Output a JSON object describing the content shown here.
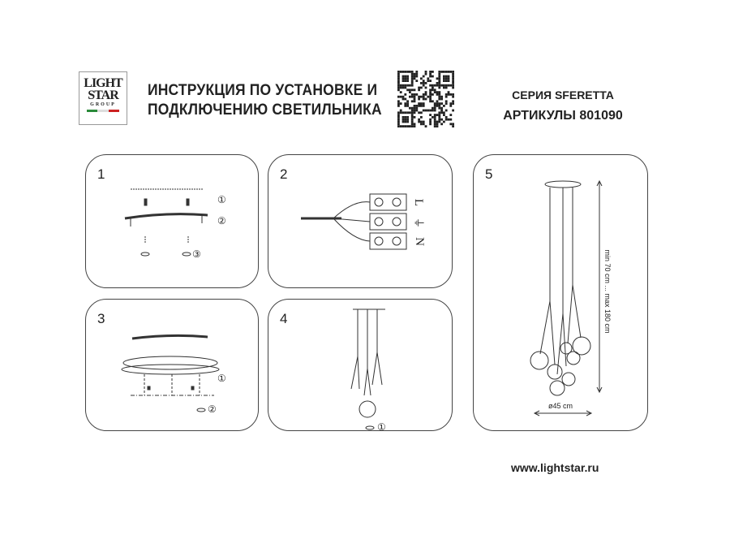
{
  "logo": {
    "line1": "LIGHT",
    "line2": "STAR",
    "line3": "GROUP"
  },
  "header": {
    "title_line1": "ИНСТРУКЦИЯ ПО УСТАНОВКЕ И",
    "title_line2": "ПОДКЛЮЧЕНИЮ СВЕТИЛЬНИКА",
    "series": "СЕРИЯ SFERETTA",
    "article": "АРТИКУЛЫ 801090"
  },
  "steps": [
    {
      "number": "1",
      "marks": [
        "①",
        "②",
        "③"
      ]
    },
    {
      "number": "2",
      "terminals": [
        "L",
        "⏚",
        "N"
      ]
    },
    {
      "number": "3",
      "marks": [
        "①",
        "②"
      ]
    },
    {
      "number": "4",
      "marks": [
        "①"
      ]
    },
    {
      "number": "5",
      "height_label": "min 70 cm ... max 180 cm",
      "diameter_label": "ø45 cm"
    }
  ],
  "footer": {
    "url": "www.lightstar.ru"
  }
}
